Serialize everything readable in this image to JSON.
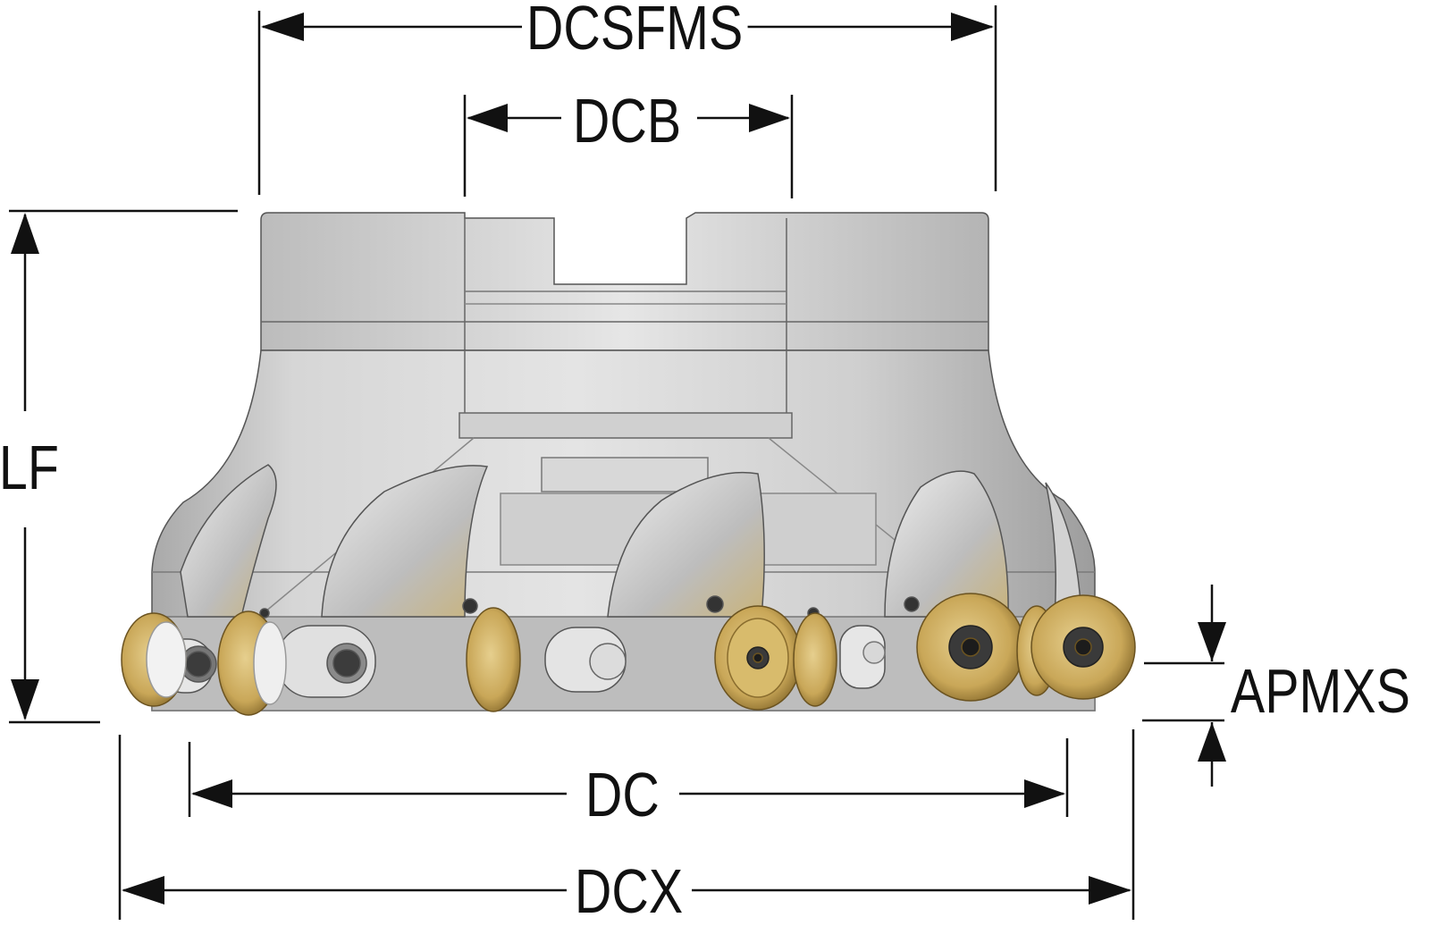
{
  "labels": {
    "dcsfms": "DCSFMS",
    "dcb": "DCB",
    "lf": "LF",
    "apmxs": "APMXS",
    "dc": "DC",
    "dcx": "DCX"
  },
  "colors": {
    "line": "#111111",
    "body_light": "#dcdcdc",
    "body_mid": "#bdbdbd",
    "body_dark": "#8f8f8f",
    "insert_gold": "#c9a758",
    "insert_dark": "#8a6d2e",
    "screw": "#3a3a3a"
  },
  "icons": {
    "tool": "milling-cutter-icon",
    "arrow": "arrowhead-icon"
  }
}
